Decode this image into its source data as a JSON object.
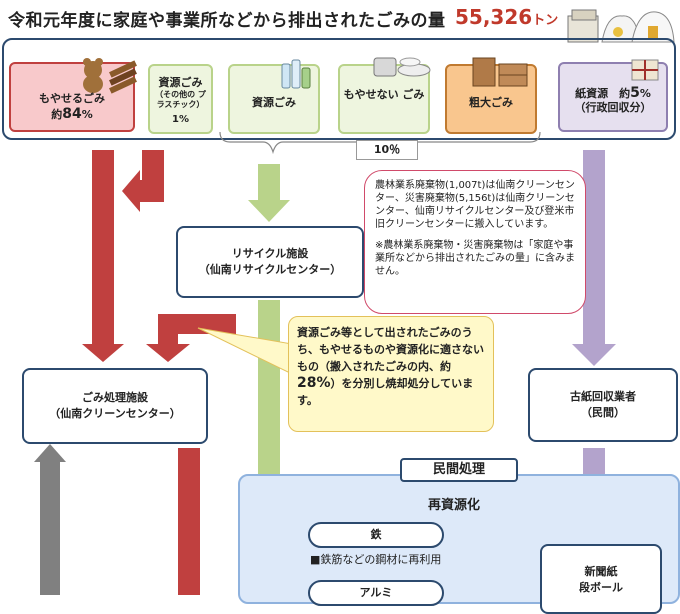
{
  "header": {
    "title": "令和元年度に家庭や事業所などから排出されたごみの量",
    "total_value": "55,326",
    "total_unit": "トン"
  },
  "categories": [
    {
      "label": "もやせるごみ",
      "sub": "約",
      "pct": "84",
      "pct_unit": "%"
    },
    {
      "label": "資源ごみ",
      "sub": "（その他の プラスチック）",
      "pct": "1%"
    },
    {
      "label": "資源ごみ"
    },
    {
      "label": "もやせない ごみ"
    },
    {
      "label": "粗大ごみ"
    },
    {
      "label": "紙資源　約",
      "pct": "5",
      "pct_unit": "%",
      "sub": "（行政回収分）"
    }
  ],
  "bracket_label": "10％",
  "nodes": {
    "recycle": {
      "line1": "リサイクル施設",
      "line2": "（仙南リサイクルセンター）"
    },
    "disposal": {
      "line1": "ごみ処理施設",
      "line2": "（仙南クリーンセンター）"
    },
    "paper_dealer": {
      "line1": "古紙回収業者",
      "line2": "（民間）"
    }
  },
  "note": {
    "para1": "農林業系廃棄物(1,007t)は仙南クリーンセンター、災害廃棄物(5,156t)は仙南クリーンセンター、仙南リサイクルセンター及び登米市旧クリーンセンターに搬入しています。",
    "para2": "※農林業系廃棄物・災害廃棄物は「家庭や事業所などから排出されたごみの量」に含みません。"
  },
  "callout": {
    "text1": "資源ごみ等として出されたごみのうち、もやせるものや資源化に適さないもの（搬入されたごみの内、約",
    "pct": "28%",
    "text2": "）を分別し焼却処分しています。"
  },
  "private": {
    "label": "民間処理",
    "subtitle": "再資源化",
    "iron": "鉄",
    "iron_note": "■鉄筋などの鋼材に再利用",
    "aluminum": "アルミ",
    "newspaper": "新聞紙",
    "cardboard": "段ボール"
  },
  "colors": {
    "burnable": "#c0403f",
    "recycle": "#b9d38a",
    "paper": "#b3a3cc",
    "incinerate": "#808080",
    "frame": "#2c4a6e"
  }
}
